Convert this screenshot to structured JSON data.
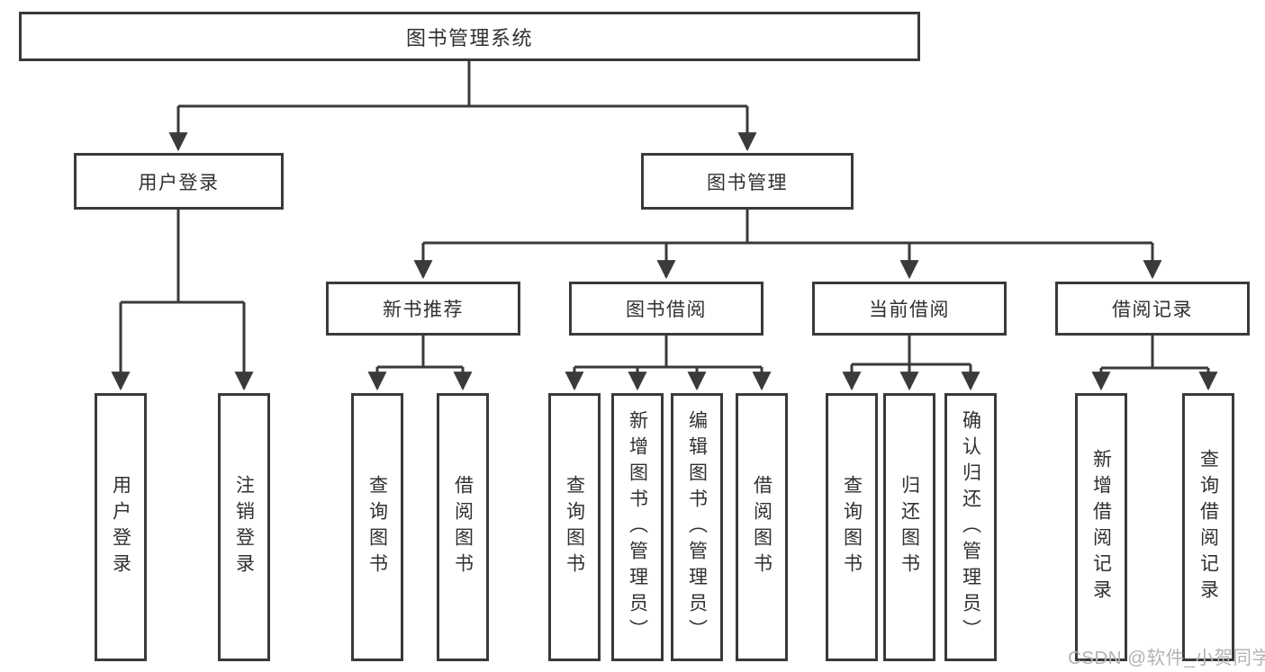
{
  "tree": {
    "root": "图书管理系统",
    "branches": [
      {
        "label": "用户登录",
        "children": [
          "用户登录",
          "注销登录"
        ]
      },
      {
        "label": "图书管理",
        "children": [
          {
            "label": "新书推荐",
            "children": [
              "查询图书",
              "借阅图书"
            ]
          },
          {
            "label": "图书借阅",
            "children": [
              "查询图书",
              "新增图书（管理员）",
              "编辑图书（管理员）",
              "借阅图书"
            ]
          },
          {
            "label": "当前借阅",
            "children": [
              "查询图书",
              "归还图书",
              "确认归还（管理员）"
            ]
          },
          {
            "label": "借阅记录",
            "children": [
              "新增借阅记录",
              "查询借阅记录"
            ]
          }
        ]
      }
    ]
  },
  "watermark": {
    "text": "CSDN @软件_小贺同学"
  },
  "colors": {
    "line": "#3a3a3a",
    "text": "#303030",
    "watermark": "#b3b3b3",
    "bg": "#ffffff"
  }
}
